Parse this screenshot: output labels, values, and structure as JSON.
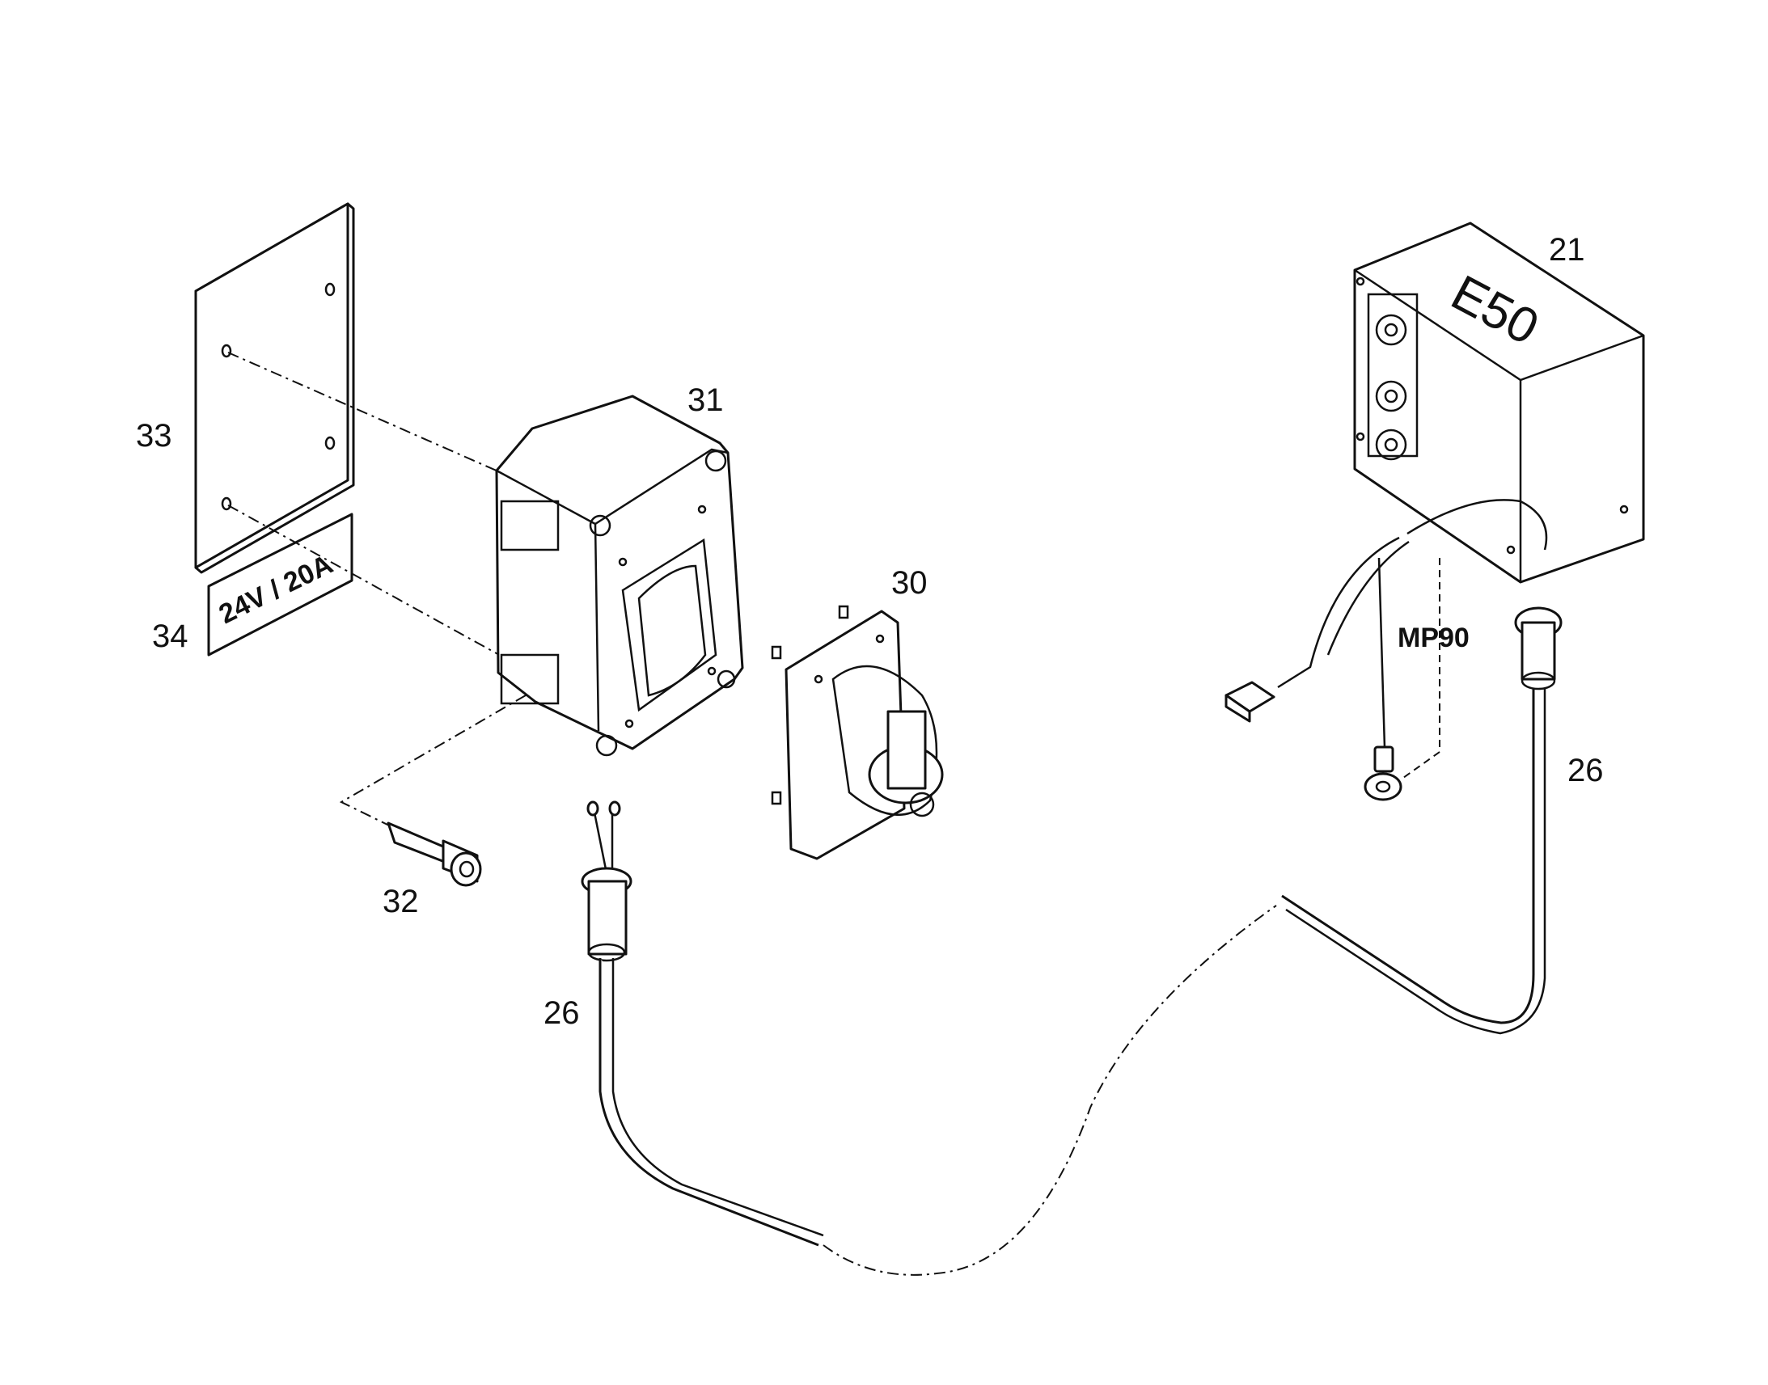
{
  "callouts": {
    "c21": "21",
    "c26_right": "26",
    "c26_left": "26",
    "c30": "30",
    "c31": "31",
    "c32": "32",
    "c33": "33",
    "c34": "34"
  },
  "labels": {
    "box_code": "E50",
    "ground_ref": "MP90",
    "plate_rating": "24V / 20A"
  }
}
